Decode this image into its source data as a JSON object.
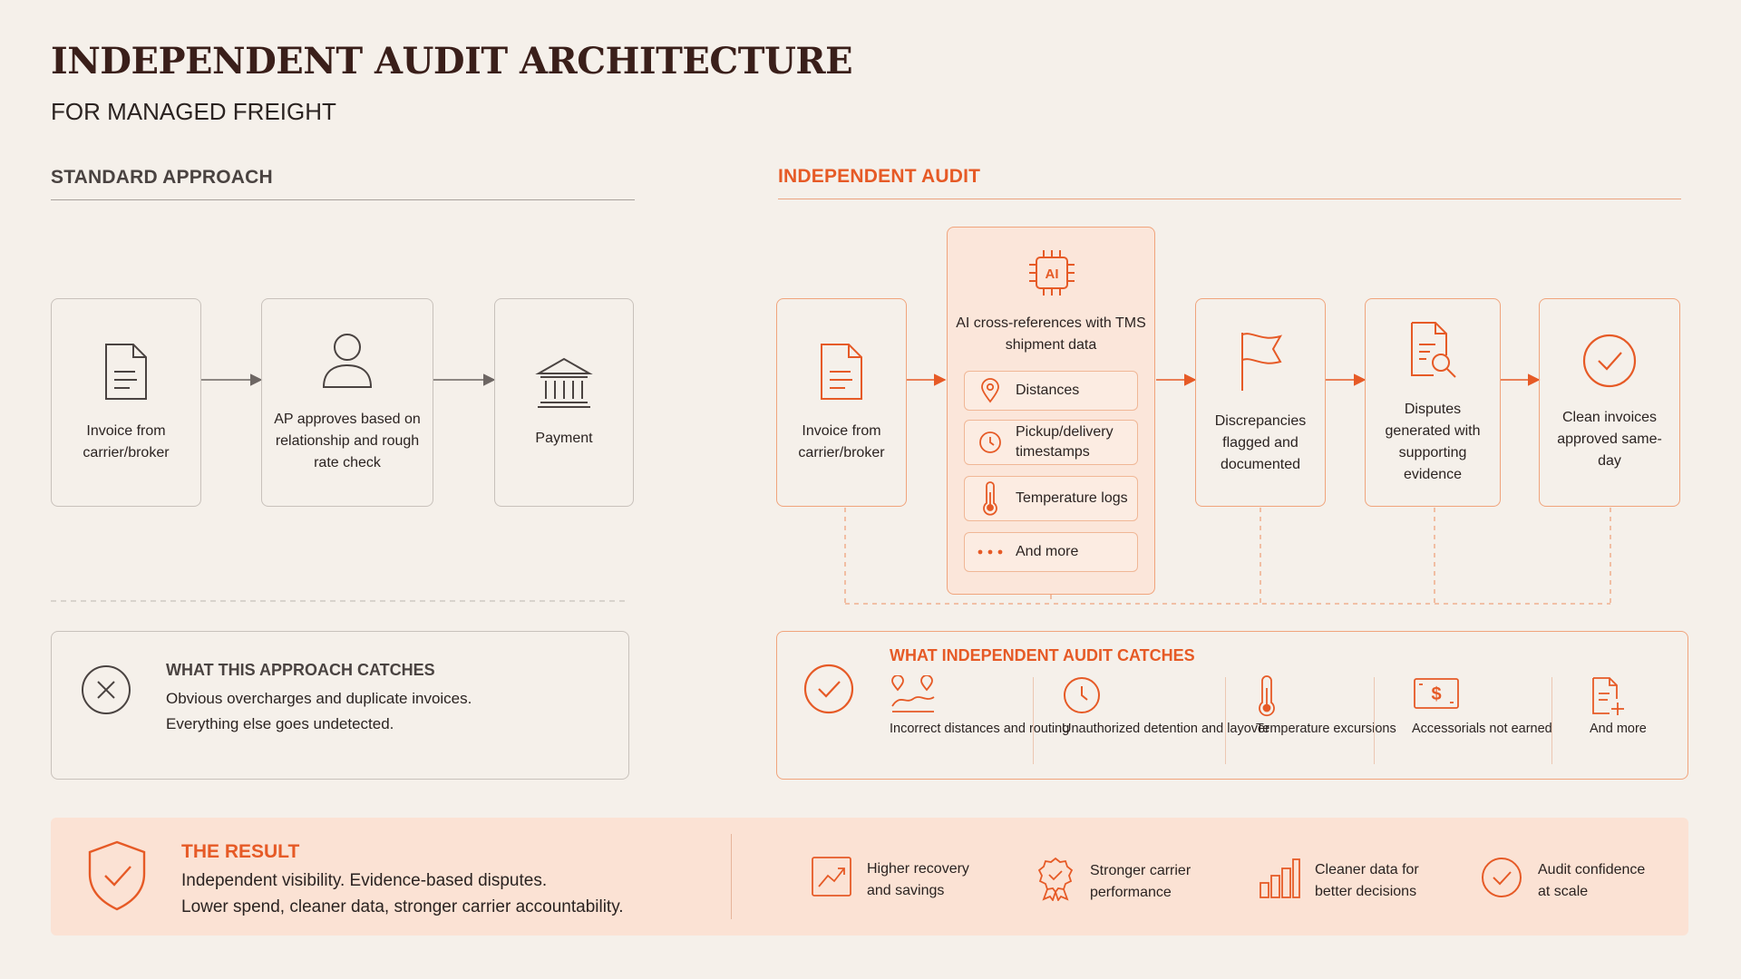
{
  "header": {
    "title": "INDEPENDENT AUDIT ARCHITECTURE",
    "subtitle": "FOR MANAGED FREIGHT"
  },
  "standard": {
    "heading": "STANDARD APPROACH",
    "steps": [
      {
        "label": "Invoice from carrier/broker",
        "icon": "document-icon"
      },
      {
        "label": "AP approves based on relationship and rough rate check",
        "icon": "person-icon"
      },
      {
        "label": "Payment",
        "icon": "bank-icon"
      }
    ],
    "catches": {
      "title": "WHAT THIS APPROACH CATCHES",
      "line1": "Obvious overcharges and duplicate invoices.",
      "line2": "Everything else goes undetected.",
      "icon": "x-circle-icon"
    }
  },
  "independent": {
    "heading": "INDEPENDENT AUDIT",
    "invoice": {
      "label": "Invoice from carrier/broker",
      "icon": "document-icon"
    },
    "ai": {
      "caption": "AI cross-references with TMS shipment data",
      "icon": "ai-chip-icon",
      "chip_text": "AI",
      "items": [
        {
          "label": "Distances",
          "icon": "location-pin-icon"
        },
        {
          "label": "Pickup/delivery timestamps",
          "icon": "clock-icon"
        },
        {
          "label": "Temperature logs",
          "icon": "thermometer-icon"
        },
        {
          "label": "And more",
          "icon": "dots-icon"
        }
      ]
    },
    "steps": [
      {
        "label": "Discrepancies flagged and documented",
        "icon": "flag-icon"
      },
      {
        "label": "Disputes generated with supporting evidence",
        "icon": "document-search-icon"
      },
      {
        "label": "Clean invoices approved same-day",
        "icon": "check-circle-icon"
      }
    ],
    "catches": {
      "title": "WHAT INDEPENDENT AUDIT CATCHES",
      "icon": "check-circle-icon",
      "items": [
        {
          "label": "Incorrect distances and routing",
          "icon": "route-icon"
        },
        {
          "label": "Unauthorized detention and layover",
          "icon": "clock-icon"
        },
        {
          "label": "Temperature excursions",
          "icon": "thermometer-icon"
        },
        {
          "label": "Accessorials not earned",
          "icon": "dollar-bill-icon"
        },
        {
          "label": "And more",
          "icon": "document-plus-icon"
        }
      ]
    }
  },
  "result": {
    "title": "THE RESULT",
    "line1": "Independent visibility. Evidence-based disputes.",
    "line2": "Lower spend, cleaner data, stronger carrier accountability.",
    "icon": "shield-check-icon",
    "benefits": [
      {
        "label": "Higher recovery and savings",
        "icon": "trend-up-icon"
      },
      {
        "label": "Stronger carrier performance",
        "icon": "award-icon"
      },
      {
        "label": "Cleaner data for better decisions",
        "icon": "bar-chart-icon"
      },
      {
        "label": "Audit confidence at scale",
        "icon": "check-circle-icon"
      }
    ]
  },
  "colors": {
    "accent": "#e65a26",
    "background": "#f5f0ea",
    "neutral_border": "#c8c1bb",
    "accent_light": "#fbe2d4"
  }
}
